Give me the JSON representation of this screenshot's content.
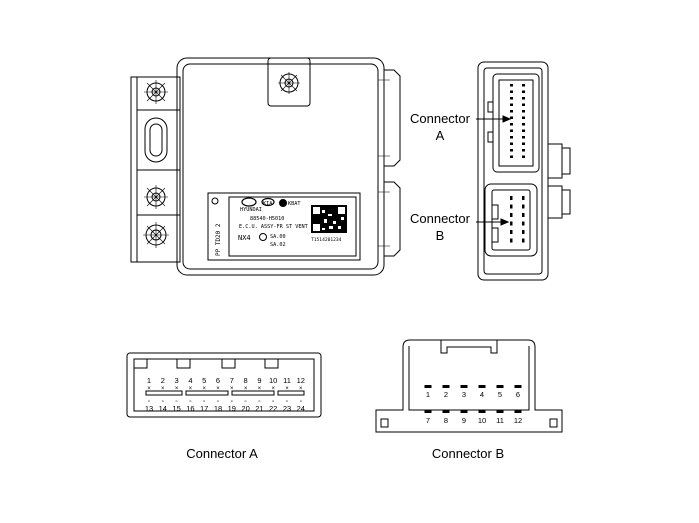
{
  "labels": {
    "callout_a": [
      "Connector",
      "A"
    ],
    "callout_b": [
      "Connector",
      "B"
    ],
    "caption_a": "Connector A",
    "caption_b": "Connector B"
  },
  "ecu_label": {
    "brand_hyundai": "HYUNDAI",
    "brand_kia": "KIA",
    "brand_kbat": "KBAT",
    "part_number": "88540-H5010",
    "description": "E.C.U. ASSY-FR ST VENT",
    "model_code": "NX4",
    "version_1": "SA.00",
    "version_2": "SA.02",
    "serial": "T1514201234",
    "side_text": "PP TD20 2"
  },
  "connector_a": {
    "top_pins": [
      "1",
      "2",
      "3",
      "4",
      "5",
      "6",
      "7",
      "8",
      "9",
      "10",
      "11",
      "12"
    ],
    "bottom_pins": [
      "13",
      "14",
      "15",
      "16",
      "17",
      "18",
      "19",
      "20",
      "21",
      "22",
      "23",
      "24"
    ]
  },
  "connector_b": {
    "top_pins": [
      "1",
      "2",
      "3",
      "4",
      "5",
      "6"
    ],
    "bottom_pins": [
      "7",
      "8",
      "9",
      "10",
      "11",
      "12"
    ]
  }
}
